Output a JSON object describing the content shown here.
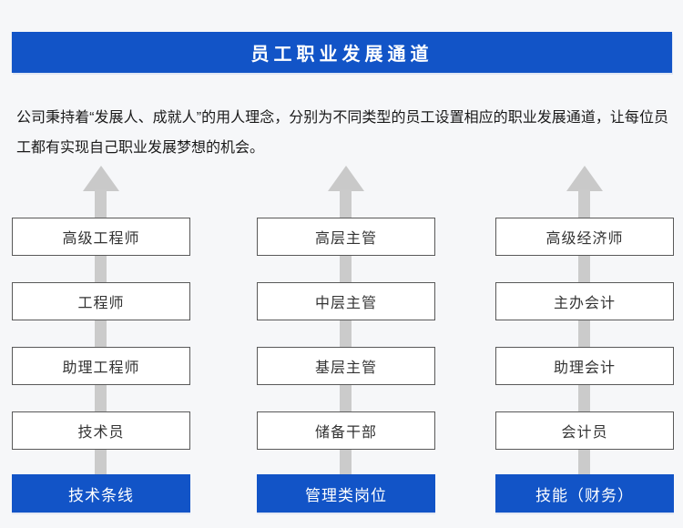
{
  "header": {
    "title": "员工职业发展通道"
  },
  "intro": {
    "text": "公司秉持着“发展人、成就人”的用人理念，分别为不同类型的员工设置相应的职业发展通道，让每位员工都有实现自己职业发展梦想的机会。"
  },
  "colors": {
    "accent_blue": "#1254c7",
    "arrow_gray": "#c9c9c9",
    "box_border": "#595959",
    "page_background": "#f6f7f9"
  },
  "tracks": [
    {
      "name": "技术条线",
      "levels": [
        "高级工程师",
        "工程师",
        "助理工程师",
        "技术员"
      ]
    },
    {
      "name": "管理类岗位",
      "levels": [
        "高层主管",
        "中层主管",
        "基层主管",
        "储备干部"
      ]
    },
    {
      "name": "技能（财务）",
      "levels": [
        "高级经济师",
        "主办会计",
        "助理会计",
        "会计员"
      ]
    }
  ]
}
